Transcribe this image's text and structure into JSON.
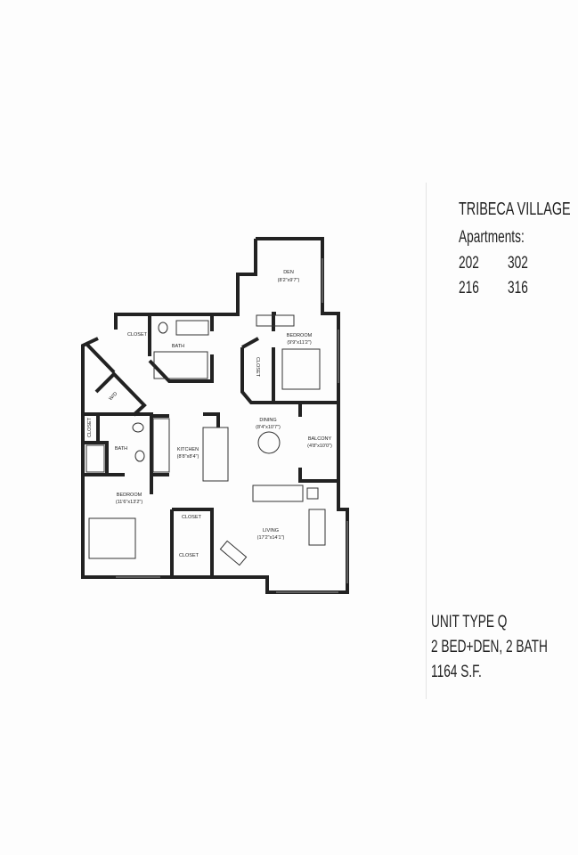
{
  "property": {
    "name": "TRIBECA VILLAGE",
    "apartments_label": "Apartments:",
    "apartments": [
      [
        "202",
        "302"
      ],
      [
        "216",
        "316"
      ]
    ]
  },
  "unit": {
    "type": "UNIT TYPE Q",
    "layout": "2 BED+DEN, 2 BATH",
    "area": "1164 S.F."
  },
  "rooms": {
    "den": {
      "name": "DEN",
      "size": "(8'2\"x9'7\")"
    },
    "bedroom1": {
      "name": "BEDROOM",
      "size": "(9'9\"x11'2\")"
    },
    "closet_top": {
      "name": "CLOSET"
    },
    "bath_top": {
      "name": "BATH"
    },
    "closet_bed1": {
      "name": "CLOSET"
    },
    "wd": {
      "name": "W/D"
    },
    "closet_left": {
      "name": "CLOSET"
    },
    "bath_left": {
      "name": "BATH"
    },
    "kitchen": {
      "name": "KITCHEN",
      "size": "(8'8\"x8'4\")"
    },
    "dining": {
      "name": "DINING",
      "size": "(8'4\"x10'7\")"
    },
    "balcony": {
      "name": "BALCONY",
      "size": "(4'8\"x10'0\")"
    },
    "bedroom2": {
      "name": "BEDROOM",
      "size": "(11'6\"x13'2\")"
    },
    "closet_small": {
      "name": "CLOSET"
    },
    "closet_walkin": {
      "name": "CLOSET"
    },
    "living": {
      "name": "LIVING",
      "size": "(17'2\"x14'1\")"
    }
  }
}
